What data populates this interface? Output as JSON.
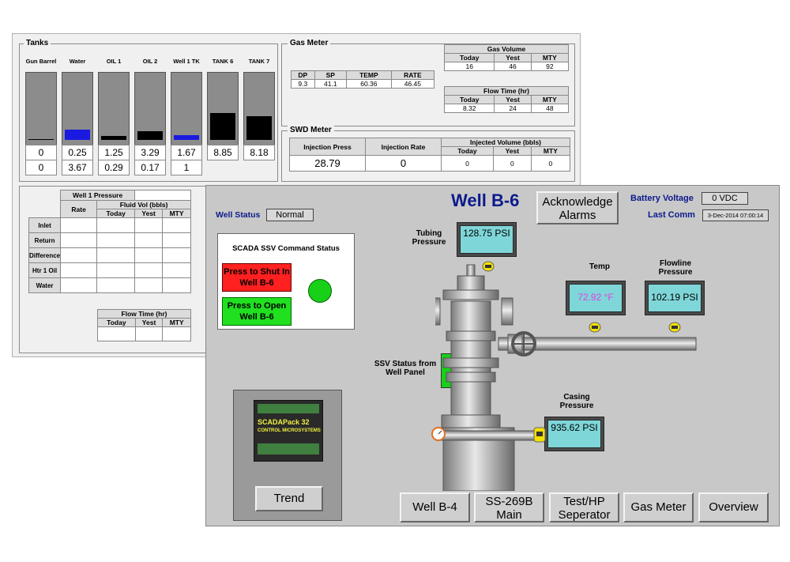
{
  "tanks": {
    "title": "Tanks",
    "items": [
      {
        "label": "Gun Barrel",
        "level": 0.0,
        "fill_color": "#000000",
        "row1": "0",
        "row2": "0"
      },
      {
        "label": "Water",
        "level": 0.16,
        "fill_color": "#1a1ae0",
        "row1": "0.25",
        "row2": "3.67"
      },
      {
        "label": "OIL 1",
        "level": 0.06,
        "fill_color": "#000000",
        "row1": "1.25",
        "row2": "0.29"
      },
      {
        "label": "OIL 2",
        "level": 0.14,
        "fill_color": "#000000",
        "row1": "3.29",
        "row2": "0.17"
      },
      {
        "label": "Well 1 TK",
        "level": 0.08,
        "fill_color": "#1a1ae0",
        "row1": "1.67",
        "row2": "1"
      },
      {
        "label": "TANK 6",
        "level": 0.42,
        "fill_color": "#000000",
        "row1": "8.85",
        "row2": ""
      },
      {
        "label": "TANK 7",
        "level": 0.38,
        "fill_color": "#000000",
        "row1": "8.18",
        "row2": ""
      }
    ]
  },
  "gas_meter": {
    "title": "Gas Meter",
    "headers": [
      "DP",
      "SP",
      "TEMP",
      "RATE"
    ],
    "values": [
      "9.3",
      "41.1",
      "60.36",
      "46.45"
    ],
    "gas_volume": {
      "title": "Gas Volume",
      "headers": [
        "Today",
        "Yest",
        "MTY"
      ],
      "values": [
        "16",
        "46",
        "92"
      ]
    },
    "flow_time": {
      "title": "Flow Time (hr)",
      "headers": [
        "Today",
        "Yest",
        "MTY"
      ],
      "values": [
        "8.32",
        "24",
        "48"
      ]
    }
  },
  "swd_meter": {
    "title": "SWD Meter",
    "injection_press_label": "Injection Press",
    "injection_press": "28.79",
    "injection_rate_label": "Injection Rate",
    "injection_rate": "0",
    "injected_volume": {
      "title": "Injected Volume (bbls)",
      "headers": [
        "Today",
        "Yest",
        "MTY"
      ],
      "values": [
        "0",
        "0",
        "0"
      ]
    }
  },
  "well1": {
    "title": "Well 1 Pressure",
    "rate_label": "Rate",
    "fluid_vol_label": "Fluid Vol (bbls)",
    "sub_headers": [
      "Today",
      "Yest",
      "MTY"
    ],
    "rows": [
      "Inlet",
      "Return",
      "Difference",
      "Htr 1 Oil",
      "Water"
    ],
    "flow_time": {
      "title": "Flow Time (hr)",
      "headers": [
        "Today",
        "Yest",
        "MTY"
      ]
    }
  },
  "hmi": {
    "title": "Well B-6",
    "ack_button": "Acknowledge Alarms",
    "battery_label": "Battery Voltage",
    "battery_value": "0 VDC",
    "last_comm_label": "Last Comm",
    "last_comm_value": "3-Dec-2014 07:00:14",
    "well_status_label": "Well Status",
    "well_status_value": "Normal",
    "ssv_title": "SCADA SSV Command Status",
    "shut_in_button": "Press to Shut In Well B-6",
    "open_button": "Press to Open Well B-6",
    "tubing_label": "Tubing Pressure",
    "tubing_value": "128.75 PSI",
    "temp_label": "Temp",
    "temp_value": "72.92 °F",
    "flowline_label": "Flowline Pressure",
    "flowline_value": "102.19 PSI",
    "casing_label": "Casing Pressure",
    "casing_value": "935.62 PSI",
    "ssv_status_label": "SSV Status from Well Panel",
    "controller_title": "SCADAPack 32",
    "controller_brand": "CONTROL MICROSYSTEMS",
    "trend_button": "Trend",
    "nav": [
      "Well B-4",
      "SS-269B Main",
      "Test/HP Seperator",
      "Gas Meter",
      "Overview"
    ],
    "colors": {
      "accent": "#0b1a8c",
      "shut_in": "#ff2020",
      "open": "#20e020",
      "ssv_ok": "#18c018",
      "gauge": "#7fd6d8",
      "temp_text": "#e040e0",
      "alarm_icon": "#f2e000"
    }
  }
}
